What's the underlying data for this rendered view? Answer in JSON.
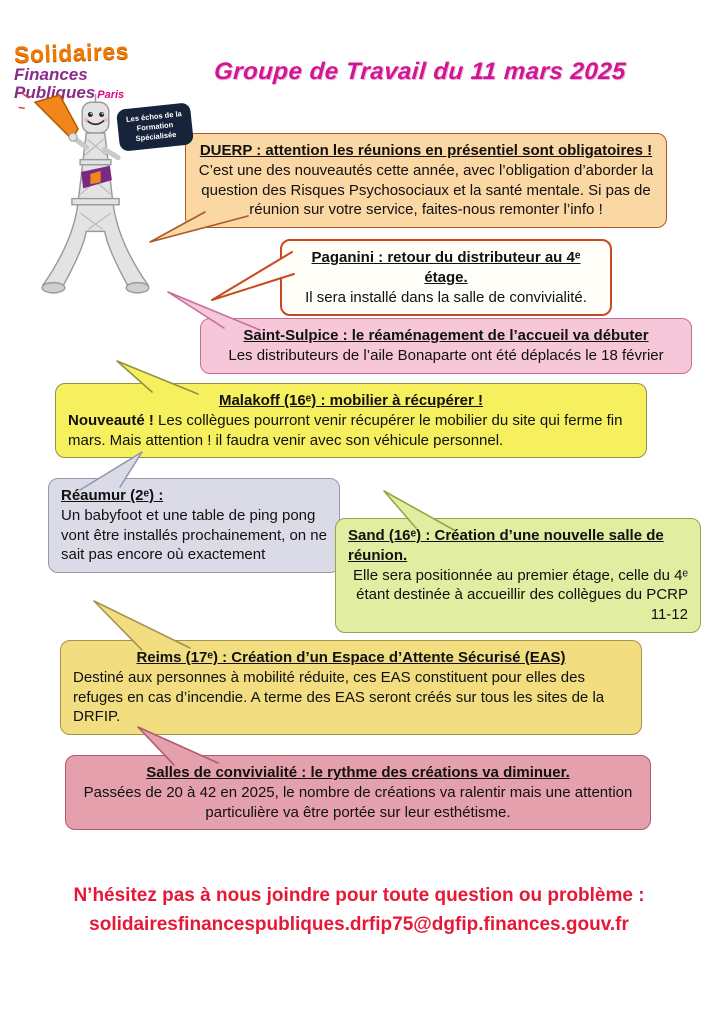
{
  "page": {
    "title": "Groupe de Travail du 11 mars 2025",
    "title_color": "#cf1793"
  },
  "logo": {
    "line1": "Solidaires",
    "line2": "Finances",
    "line3": "Publiques",
    "line3_suffix": "Paris",
    "badge": "Les échos de la Formation Spécialisée"
  },
  "bubbles": [
    {
      "title": "DUERP : attention les réunions en présentiel sont obligatoires !",
      "body": "C’est une des nouveautés cette année, avec l’obligation d’aborder la question des Risques Psychosociaux et la santé mentale. Si pas de réunion sur votre service, faites-nous remonter l’info !",
      "color": "#fbd7a4"
    },
    {
      "title": "Paganini : retour du distributeur au 4ᵉ étage.",
      "body": "Il sera installé dans la salle de convivialité.",
      "color": "#fffef8"
    },
    {
      "title": "Saint-Sulpice : le réaménagement de l’accueil va débuter",
      "body": "Les distributeurs de l’aile Bonaparte ont été déplacés le 18 février",
      "color": "#f6c6d9"
    },
    {
      "title": "Malakoff (16ᵉ) : mobilier à récupérer !",
      "lead": "Nouveauté !",
      "body": " Les collègues pourront venir récupérer le mobilier du site qui ferme fin mars. Mais attention ! il faudra venir avec son véhicule personnel.",
      "color": "#f7f05e"
    },
    {
      "title": "Réaumur (2ᵉ) :",
      "body": "Un babyfoot et une table de ping pong vont être installés prochainement, on ne sait pas encore où exactement",
      "color": "#dadbe7"
    },
    {
      "title": "Sand (16ᵉ) : Création d’une nouvelle salle de réunion.",
      "body": "Elle sera positionnée au premier étage, celle du 4ᵉ étant destinée à accueillir des collègues du PCRP 11-12",
      "color": "#e1eda1"
    },
    {
      "title": "Reims (17ᵉ) : Création d’un Espace d’Attente Sécurisé (EAS)",
      "body": "Destiné aux personnes à mobilité réduite, ces EAS constituent pour elles des refuges en cas d’incendie. A terme des EAS seront créés sur tous les sites de la DRFIP.",
      "color": "#f2dd80"
    },
    {
      "title": "Salles de convivialité : le rythme des créations va diminuer.",
      "body": "Passées de 20 à 42 en 2025, le nombre de créations va ralentir mais une attention particulière va être portée sur leur esthétisme.",
      "color": "#e5a0ae"
    }
  ],
  "footer": {
    "line1": "N’hésitez pas à nous joindre pour toute question ou problème :",
    "line2": "solidairesfinancespubliques.drfip75@dgfip.finances.gouv.fr",
    "color": "#e51937"
  }
}
